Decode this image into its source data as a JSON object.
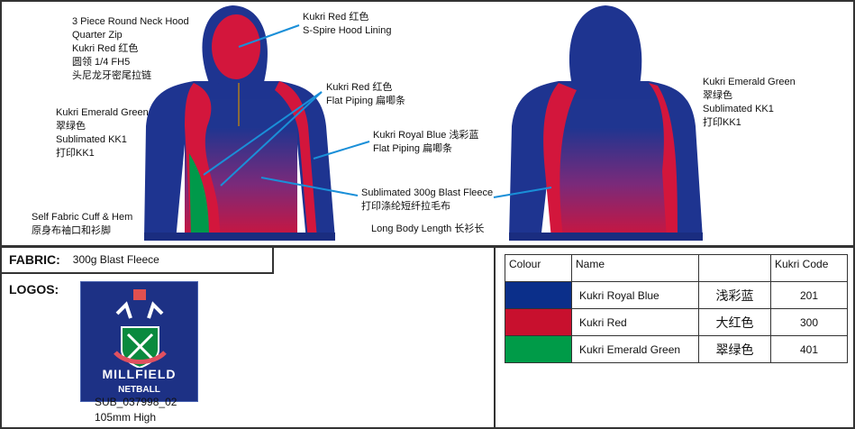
{
  "annotations": {
    "hood": [
      "3 Piece Round Neck Hood",
      "Quarter Zip",
      "Kukri Red  红色",
      "圆领 1/4 FH5",
      "头尼龙牙密尾拉链"
    ],
    "hood_lining": [
      "Kukri Red  红色",
      "S-Spire Hood Lining"
    ],
    "red_piping": [
      "Kukri Red  红色",
      "Flat Piping    扁唧条"
    ],
    "front_green": [
      "Kukri Emerald Green",
      "翠绿色",
      "Sublimated KK1",
      "打印KK1"
    ],
    "blue_piping": [
      "Kukri Royal Blue    浅彩蓝",
      "Flat Piping    扁唧条"
    ],
    "fleece": [
      "Sublimated 300g Blast Fleece",
      "打印涤纶短纤拉毛布"
    ],
    "cuff": [
      "Self Fabric Cuff & Hem",
      "原身布袖口和衫脚"
    ],
    "length": "Long Body Length  长衫长",
    "back_green": [
      "Kukri Emerald Green",
      "翠绿色",
      "Sublimated KK1",
      "打印KK1"
    ]
  },
  "fabric": {
    "label": "FABRIC:",
    "value": "300g Blast Fleece"
  },
  "logos": {
    "label": "LOGOS:",
    "logo_text": [
      "MILLFIELD",
      "NETBALL"
    ],
    "code": "SUB_037998_02",
    "size": "105mm High"
  },
  "colour_table": {
    "headers": [
      "Colour",
      "Name",
      "",
      "Kukri Code"
    ],
    "rows": [
      {
        "color": "#0b2f8a",
        "name": "Kukri Royal Blue",
        "cn": "浅彩蓝",
        "code": "201"
      },
      {
        "color": "#c8102e",
        "name": "Kukri Red",
        "cn": "大红色",
        "code": "300"
      },
      {
        "color": "#009b48",
        "name": "Kukri Emerald Green",
        "cn": "翠绿色",
        "code": "401"
      }
    ]
  }
}
